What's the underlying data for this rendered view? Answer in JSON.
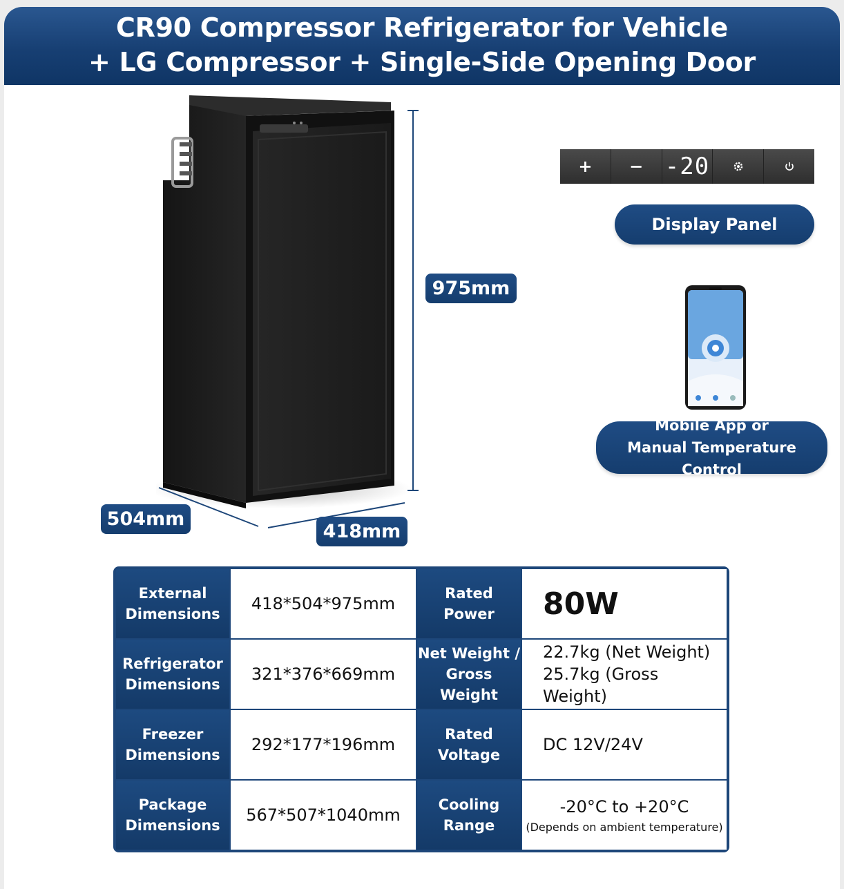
{
  "header": {
    "title_line1": "CR90 Compressor Refrigerator for Vehicle",
    "title_line2": "+ LG Compressor + Single-Side Opening Door"
  },
  "dimensions": {
    "height": "975mm",
    "depth": "504mm",
    "width": "418mm"
  },
  "display_panel": {
    "buttons": [
      "+",
      "−"
    ],
    "temperature": "-20",
    "settings_icon": "gear-icon",
    "power_icon": "power-icon",
    "label": "Display Panel"
  },
  "mobile_control": {
    "label_line1": "Mobile App or",
    "label_line2": "Manual Temperature Control"
  },
  "specs": {
    "rows": [
      {
        "label1_a": "External",
        "label1_b": "Dimensions",
        "value1": "418*504*975mm",
        "label2_a": "Rated",
        "label2_b": "Power",
        "value2_a": "80W",
        "value2_b": ""
      },
      {
        "label1_a": "Refrigerator",
        "label1_b": "Dimensions",
        "value1": "321*376*669mm",
        "label2_a": "Net Weight /",
        "label2_b": "Gross Weight",
        "value2_a": "22.7kg (Net Weight)",
        "value2_b": "25.7kg (Gross Weight)"
      },
      {
        "label1_a": "Freezer",
        "label1_b": "Dimensions",
        "value1": "292*177*196mm",
        "label2_a": "Rated",
        "label2_b": "Voltage",
        "value2_a": "DC 12V/24V",
        "value2_b": ""
      },
      {
        "label1_a": "Package",
        "label1_b": "Dimensions",
        "value1": "567*507*1040mm",
        "label2_a": "Cooling",
        "label2_b": "Range",
        "value2_a": "-20°C to +20°C",
        "value2_b": "(Depends on ambient temperature)"
      }
    ]
  },
  "colors": {
    "brand_blue": "#1d4679",
    "header_blue": "#173f73",
    "fridge_black": "#1c1c1c"
  }
}
